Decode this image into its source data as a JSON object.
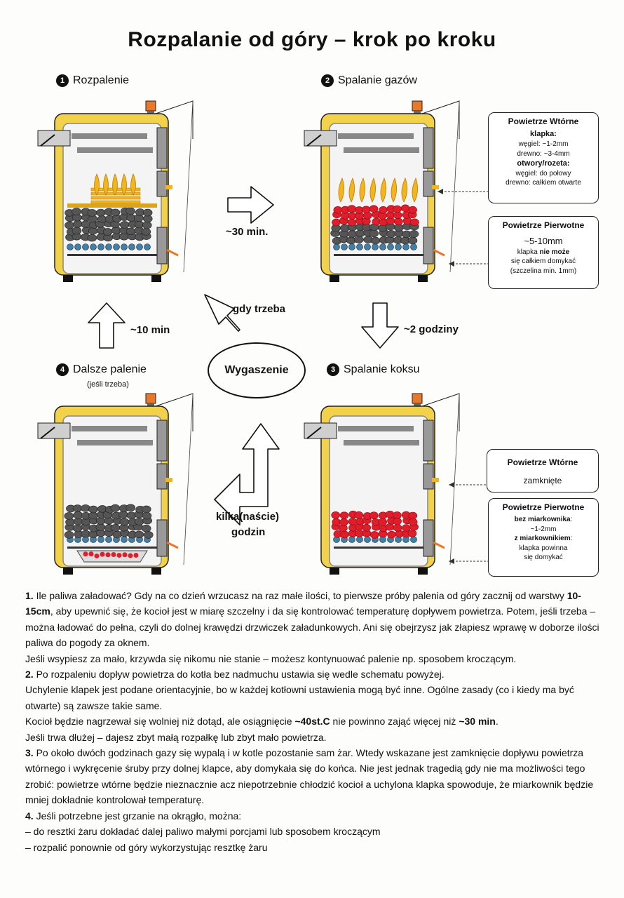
{
  "title": "Rozpalanie od góry – krok po kroku",
  "steps": [
    {
      "num": "1",
      "label": "Rozpalenie"
    },
    {
      "num": "2",
      "label": "Spalanie gazów"
    },
    {
      "num": "3",
      "label": "Spalanie koksu"
    },
    {
      "num": "4",
      "label": "Dalsze palenie",
      "note": "(jeśli trzeba)"
    }
  ],
  "transitions": {
    "t1": "~30 min.",
    "t2": "~2 godziny",
    "t3a": "kilka(naście)",
    "t3b": "godzin",
    "t4": "~10 min",
    "t5": "gdy trzeba"
  },
  "center": "Wygaszenie",
  "boxes": {
    "wtorne2": {
      "title": "Powietrze Wtórne",
      "klapka": "klapka:",
      "wegiel": "węgiel: ~1-2mm",
      "drewno": "drewno: ~3-4mm",
      "otwory": "otwory/rozeta:",
      "wegiel2": "węgiel: do połowy",
      "drewno2": "drewno: całkiem otwarte"
    },
    "pierwotne2": {
      "title": "Powietrze Pierwotne",
      "val": "~5-10mm",
      "l1a": "klapka ",
      "l1b": "nie może",
      "l2": "się całkiem domykać",
      "l3": "(szczelina min. 1mm)"
    },
    "wtorne3": {
      "title": "Powietrze Wtórne",
      "val": "zamknięte"
    },
    "pierwotne3": {
      "title": "Powietrze Pierwotne",
      "bez": "bez miarkownika",
      "bezSuffix": ":",
      "val": "~1-2mm",
      "z": "z miarkownikiem",
      "zSuffix": ":",
      "l1": "klapka powinna",
      "l2": "się domykać"
    }
  },
  "paragraphs": {
    "p1": {
      "n": "1.",
      "a": " Ile paliwa załadować? Gdy na co dzień wrzucasz na raz małe ilości, to pierwsze próby palenia od góry zacznij od warstwy ",
      "b": "10-15cm",
      "c": ", aby upewnić się, że kocioł jest w miarę szczelny i da się kontrolować temperaturę dopływem powietrza. Potem, jeśli trzeba – można ładować do pełna, czyli do dolnej krawędzi drzwiczek załadunkowych. Ani się obejrzysz jak złapiesz wprawę w doborze ilości paliwa do pogody za oknem.",
      "d": "Jeśli wsypiesz za mało, krzywda się nikomu nie stanie – możesz kontynuować palenie np. sposobem kroczącym."
    },
    "p2": {
      "n": "2.",
      "a": " Po rozpaleniu dopływ powietrza do kotła bez nadmuchu ustawia się wedle schematu powyżej.",
      "b": "Uchylenie klapek jest podane orientacyjnie, bo w każdej kotłowni ustawienia mogą być inne. Ogólne zasady (co i kiedy ma być otwarte) są zawsze takie same.",
      "c1": "Kocioł będzie nagrzewał się wolniej niż dotąd, ale osiągnięcie ",
      "c2": "~40st.C",
      "c3": " nie powinno zająć więcej niż ",
      "c4": "~30 min",
      "c5": ".",
      "d": "Jeśli trwa dłużej – dajesz zbyt małą rozpałkę lub zbyt mało powietrza."
    },
    "p3": {
      "n": "3.",
      "a": " Po około dwóch godzinach gazy się wypalą i w kotle pozostanie sam żar. Wtedy wskazane jest zamknięcie dopływu powietrza wtórnego i wykręcenie śruby przy dolnej klapce, aby domykała się do końca. Nie jest jednak tragedią gdy nie ma możliwości tego zrobić: powietrze wtórne będzie nieznacznie acz niepotrzebnie chłodzić kocioł a uchylona klapka spowoduje, że miarkownik będzie mniej dokładnie kontrolował temperaturę."
    },
    "p4": {
      "n": "4.",
      "a": " Jeśli potrzebne jest grzanie na okrągło, można:",
      "b": "– do resztki żaru dokładać dalej paliwo małymi porcjami lub sposobem kroczącym",
      "c": "– rozpalić ponownie od góry wykorzystując resztkę żaru"
    }
  },
  "colors": {
    "boiler_body": "#f2d24a",
    "coal": "#555555",
    "ash": "#3f7fa8",
    "ember": "#e01e2b",
    "flame": "#f2b51e",
    "chimney": "#e8782a"
  }
}
